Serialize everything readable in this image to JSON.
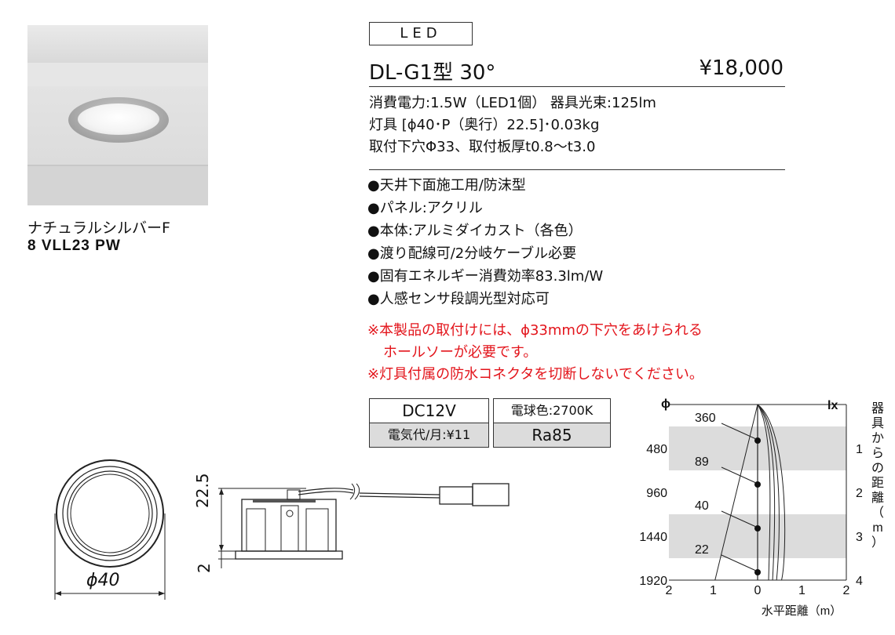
{
  "product": {
    "badge": "LED",
    "model": "DL-G1型 30°",
    "price": "¥18,000",
    "spec_lines": [
      "消費電力:1.5W（LED1個） 器具光束:125lm",
      "灯具 [ϕ40･P（奥行）22.5]･0.03kg",
      "取付下穴Φ33、取付板厚t0.8～t3.0"
    ],
    "features": [
      "●天井下面施工用/防沫型",
      "●パネル:アクリル",
      "●本体:アルミダイカスト（各色）",
      "●渡り配線可/2分岐ケーブル必要",
      "●固有エネルギー消費効率83.3lm/W",
      "●人感センサ段調光型対応可"
    ],
    "notes": [
      "※本製品の取付けには、ϕ33mmの下穴をあけられる",
      "ホールソーが必要です。",
      "※灯具付属の防水コネクタを切断しないでください。"
    ],
    "finish_name": "ナチュラルシルバーF",
    "finish_code": "8 VLL23 PW",
    "table": {
      "voltage": "DC12V",
      "color_temp": "電球色:2700K",
      "electricity": "電気代/月:¥11",
      "ra": "Ra85"
    }
  },
  "drawing": {
    "diameter_label": "ϕ40",
    "height_label": "22.5",
    "flange_label": "2"
  },
  "chart_data": {
    "type": "diagram",
    "title": "",
    "left_axis_symbol": "ϕ",
    "right_axis_symbol": "lx",
    "left_ticks": [
      "480",
      "960",
      "1440",
      "1920"
    ],
    "right_ticks": [
      "1",
      "2",
      "3",
      "4"
    ],
    "right_label": "器具からの距離（m）",
    "x_ticks": [
      "2",
      "1",
      "0",
      "1",
      "2"
    ],
    "x_label": "水平距離（m）",
    "distance_m": [
      1,
      2,
      3,
      4
    ],
    "lux_labels": [
      "360",
      "89",
      "40",
      "22"
    ],
    "lux_values": [
      360,
      89,
      40,
      22
    ],
    "beam_diameter": [
      480,
      960,
      1440,
      1920
    ],
    "xlim": [
      -2,
      2
    ],
    "ylim": [
      0,
      4
    ],
    "shaded_bands": [
      1,
      3
    ]
  }
}
